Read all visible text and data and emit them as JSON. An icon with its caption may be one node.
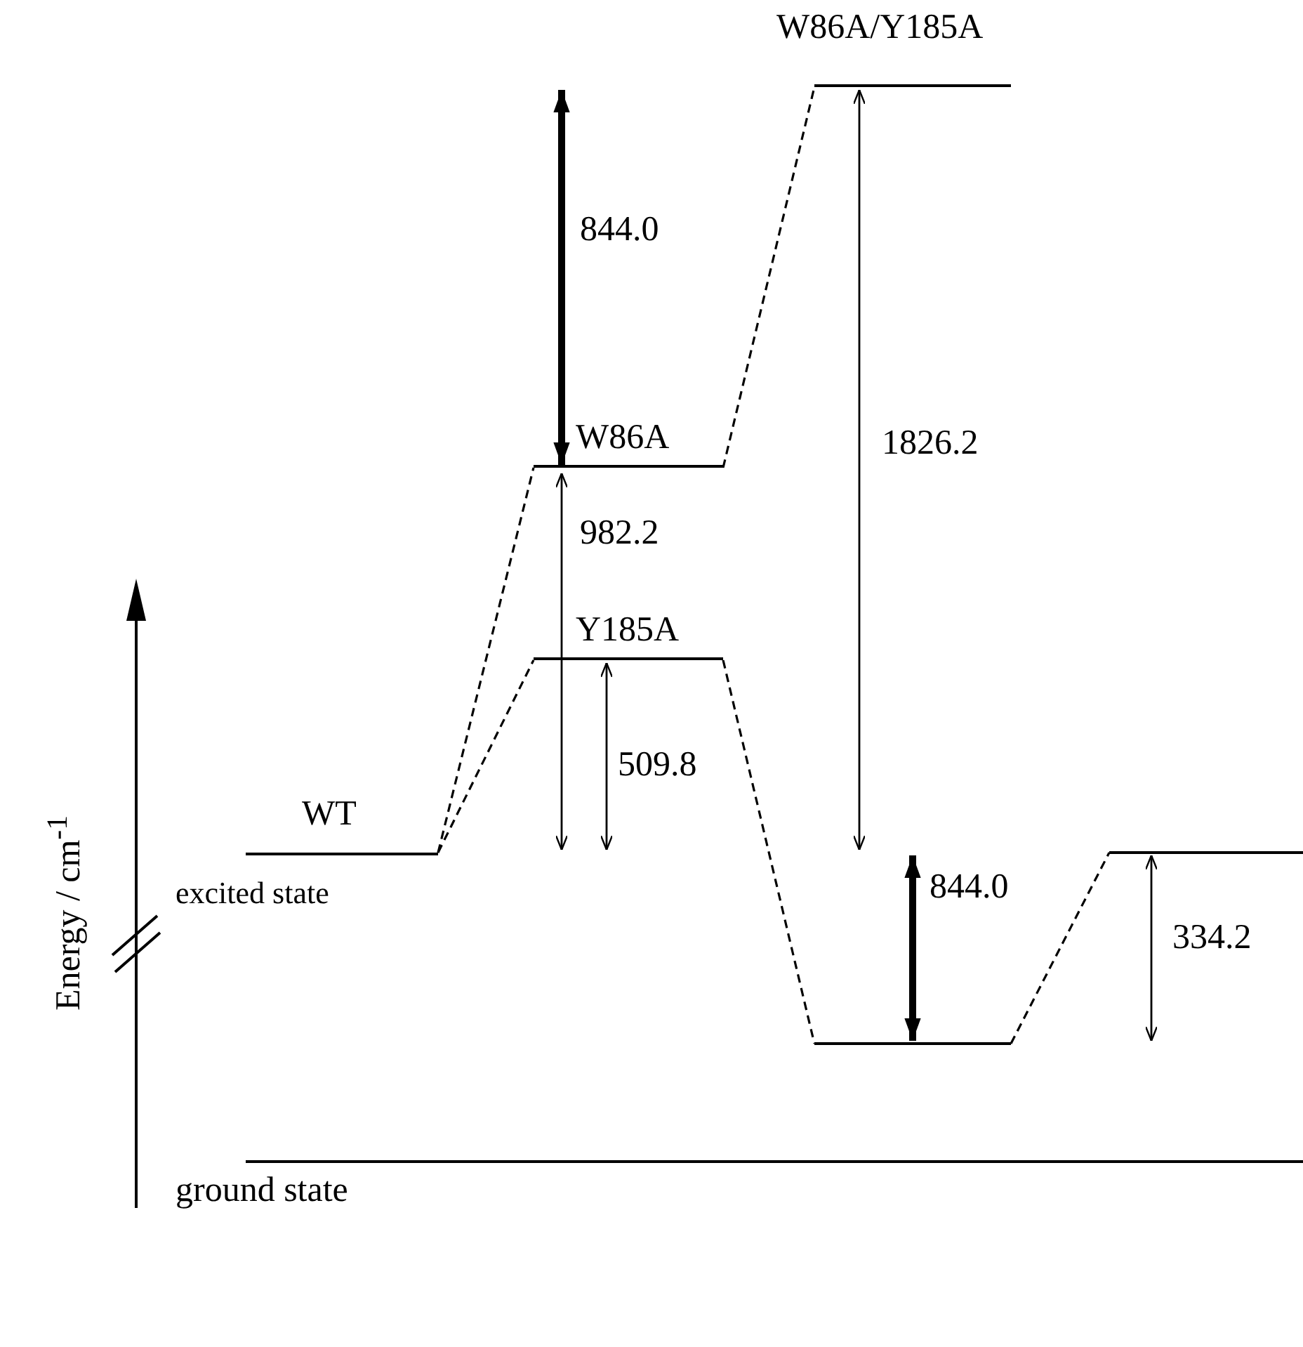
{
  "diagram": {
    "nodes": [
      {
        "text": [
          "WT"
        ],
        "beside": [
          "excited state"
        ]
      },
      {
        "text": [
          "W86A"
        ]
      },
      {
        "text": [
          "Y185A"
        ]
      },
      {
        "text": [
          "W86A/Y185A"
        ]
      },
      {
        "text": [],
        "shape": "bar"
      },
      {
        "text": [],
        "shape": "bar"
      },
      {
        "text": [
          "ground state"
        ]
      }
    ],
    "edges": [
      {
        "from": 0,
        "to": 1,
        "arrow": "none",
        "style": "dashed"
      },
      {
        "from": 0,
        "to": 2,
        "arrow": "none",
        "style": "dashed"
      },
      {
        "from": 1,
        "to": 3,
        "arrow": "none",
        "style": "dashed"
      },
      {
        "from": 2,
        "to": 4,
        "arrow": "none",
        "style": "dashed"
      },
      {
        "from": 4,
        "to": 5,
        "arrow": "none",
        "style": "dashed"
      }
    ],
    "labels": [
      "844.0",
      "1826.2",
      "982.2",
      "509.8",
      "844.0",
      "334.2",
      "Energy / cm$^{-1}$"
    ]
  }
}
